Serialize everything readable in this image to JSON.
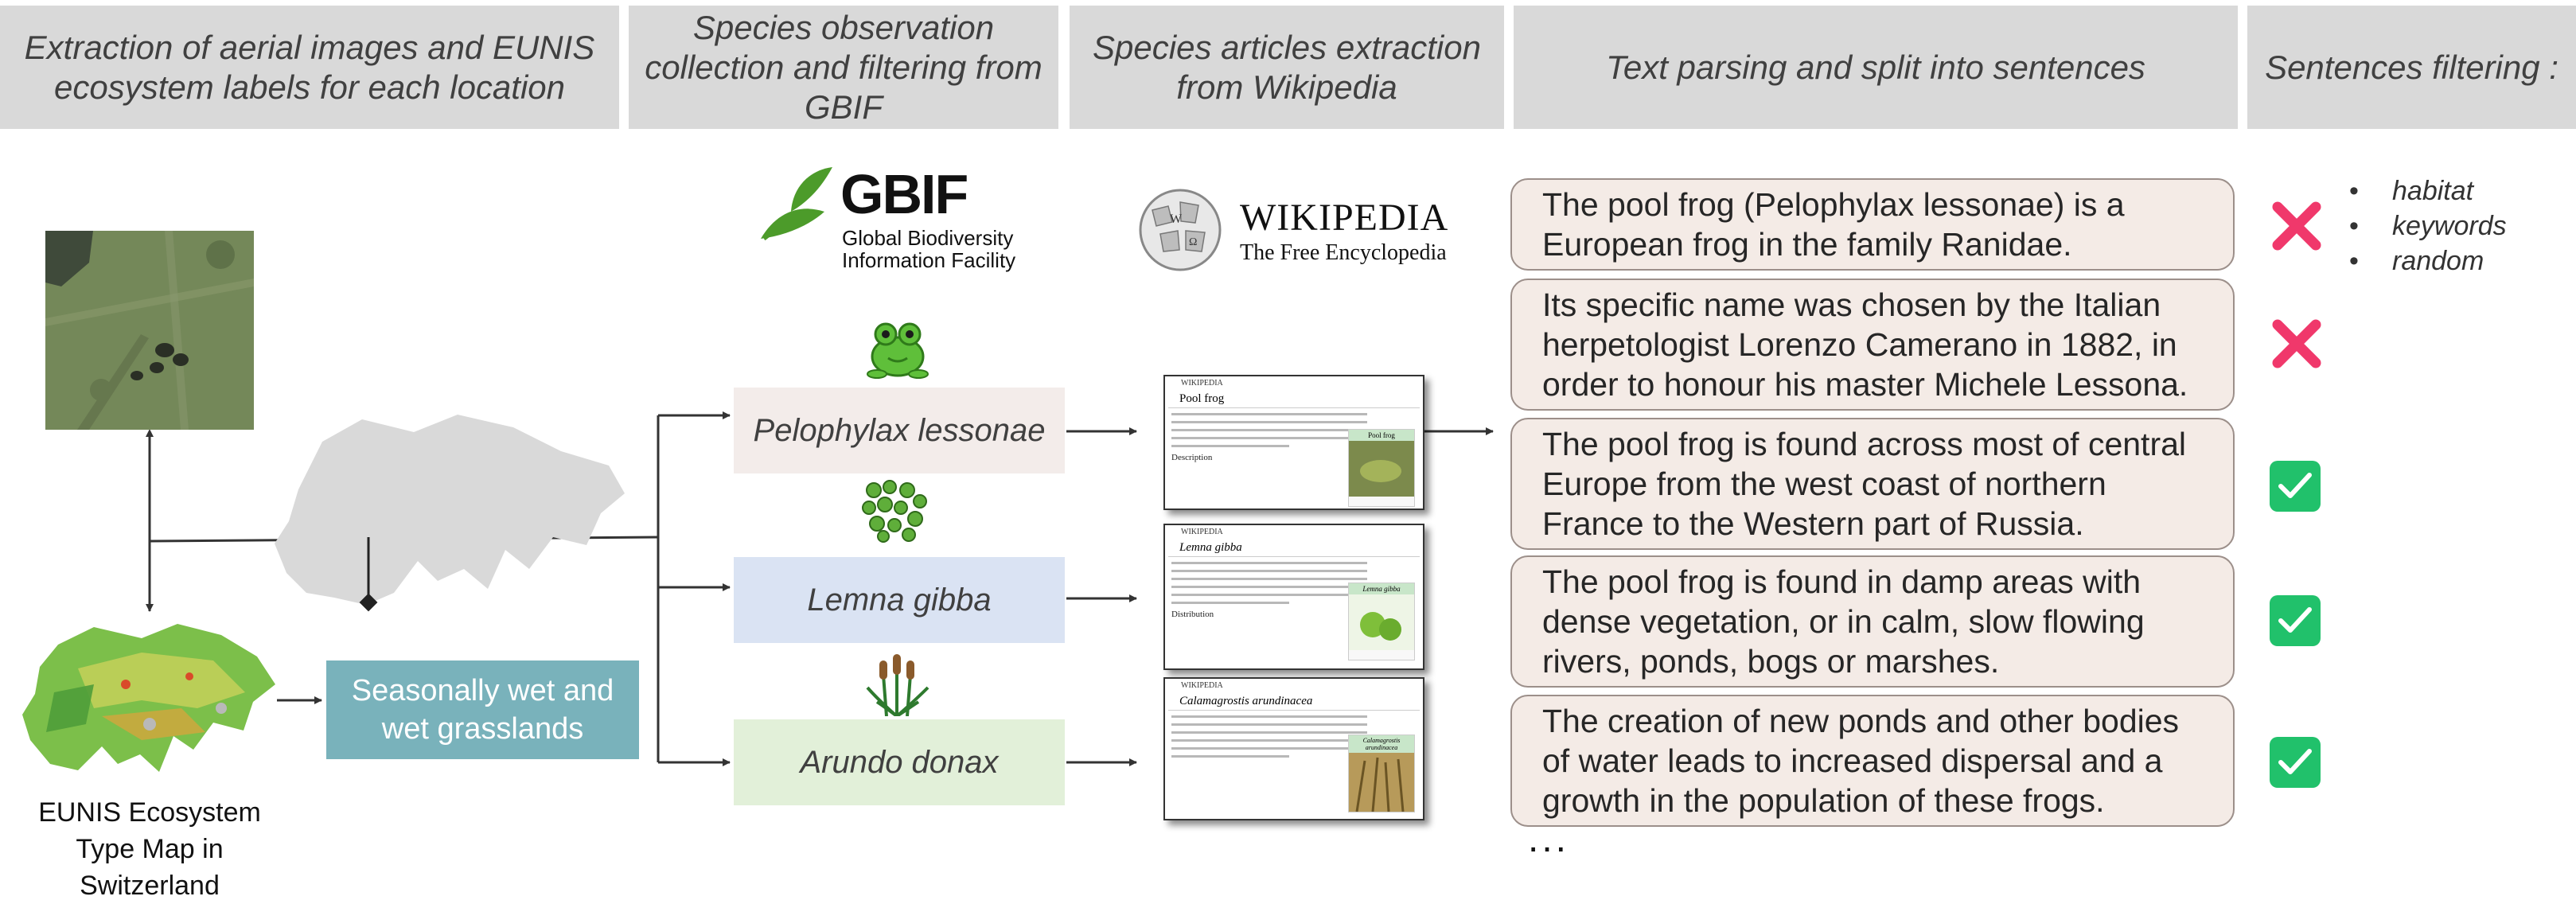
{
  "headers": [
    "Extraction of aerial images and EUNIS ecosystem labels for each location",
    "Species observation collection and filtering from GBIF",
    "Species articles extraction from  Wikipedia",
    "Text parsing and split into sentences",
    "Sentences filtering :"
  ],
  "filter_criteria": [
    "habitat",
    "keywords",
    "random"
  ],
  "gbif": {
    "name": "GBIF",
    "line1": "Global Biodiversity",
    "line2": "Information Facility"
  },
  "wikipedia": {
    "name": "WIKIPEDIA",
    "tagline": "The Free Encyclopedia"
  },
  "ecosystem_label": "Seasonally wet and wet grasslands",
  "eunis_map_caption": "EUNIS Ecosystem Type Map in Switzerland",
  "species": [
    "Pelophylax lessonae",
    "Lemna gibba",
    "Arundo donax"
  ],
  "wiki_pages": [
    {
      "title": "Pool frog",
      "section": "Description",
      "infobox": "Pool frog"
    },
    {
      "title": "Lemna gibba",
      "section": "Distribution",
      "infobox": "Lemna gibba"
    },
    {
      "title": "Calamagrostis arundinacea",
      "section": "",
      "infobox": "Calamagrostis arundinacea"
    }
  ],
  "sentences": [
    {
      "text": "The pool frog (Pelophylax lessonae) is a European frog in the family Ranidae.",
      "kept": false
    },
    {
      "text": "Its specific name was chosen by the Italian herpetologist Lorenzo Camerano in 1882, in order to honour his master Michele Lessona.",
      "kept": false
    },
    {
      "text": "The pool frog is found across most of central Europe from the west coast of northern France to the Western part of Russia.",
      "kept": true
    },
    {
      "text": "The pool frog is found in damp areas with dense vegetation, or in calm, slow flowing rivers, ponds, bogs or marshes.",
      "kept": true
    },
    {
      "text": "The creation of new ponds and other bodies of water leads to increased dispersal and a growth in the population of these frogs.",
      "kept": true
    }
  ],
  "ellipsis": "...",
  "colors": {
    "header_bg": "#d9d9d9",
    "sentence_bg": "#f4ebe6",
    "ecosystem_box": "#79b2bb",
    "species_frog": "#f3ecea",
    "species_lemna": "#dae3f3",
    "species_arundo": "#e2f0d9",
    "reject": "#f0386b",
    "accept": "#21c16b",
    "gbif_green": "#4c9b2a"
  }
}
